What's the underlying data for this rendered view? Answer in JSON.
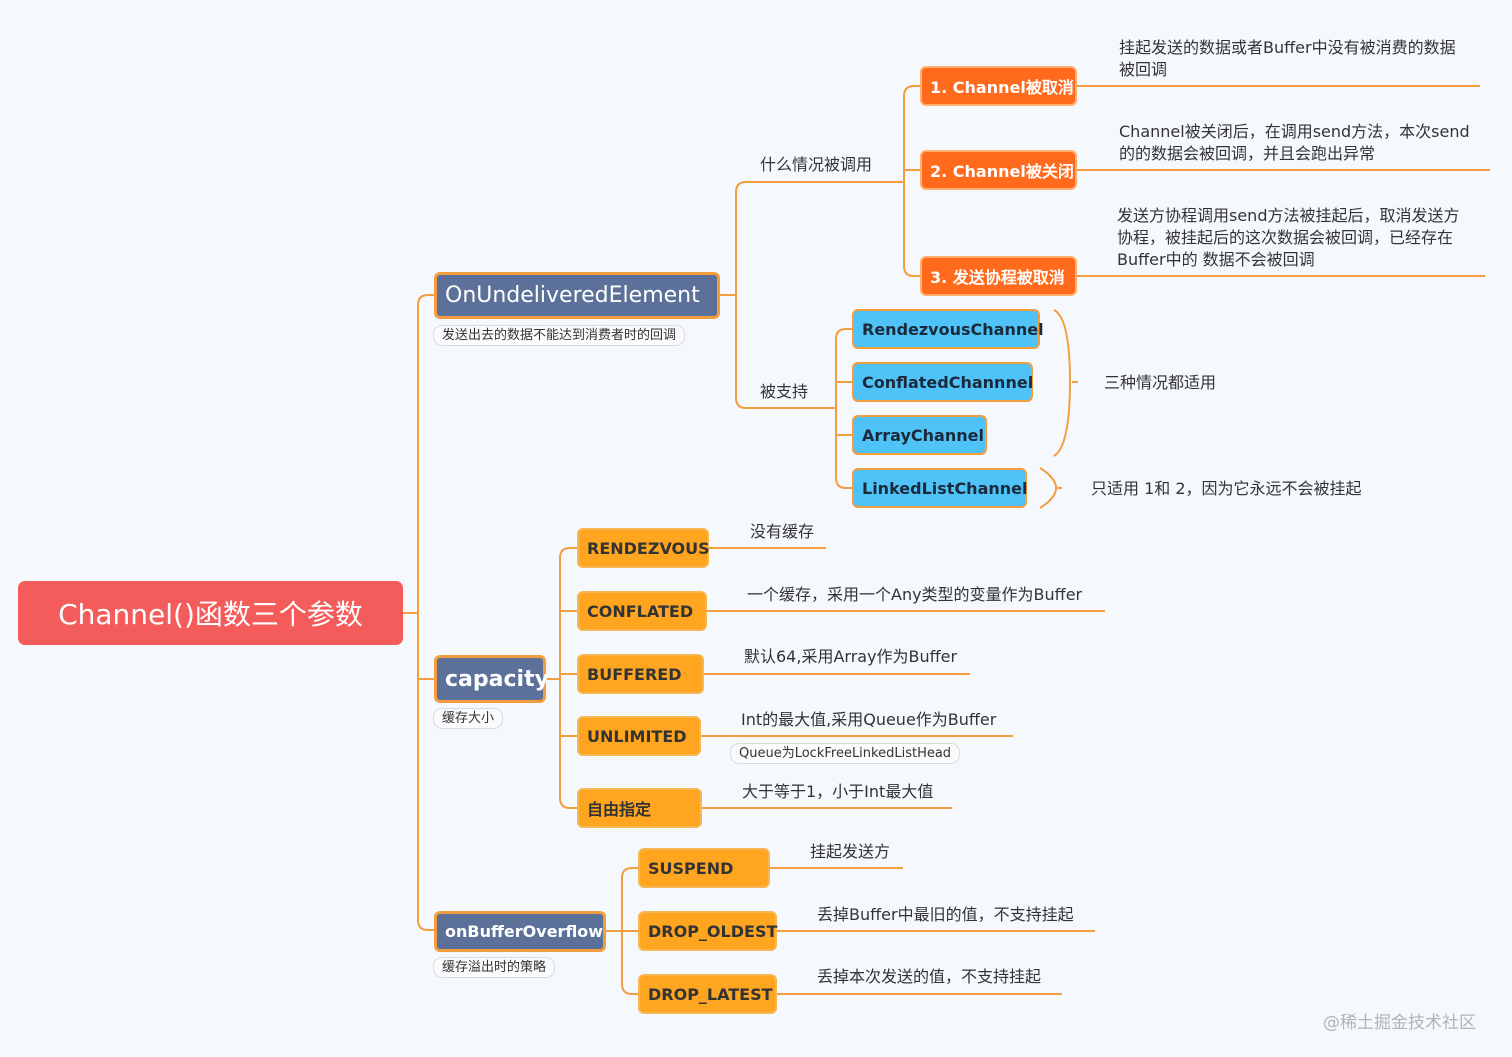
{
  "root": {
    "title": "Channel()函数三个参数"
  },
  "on_undelivered": {
    "title": "OnUndeliveredElement",
    "note": "发送出去的数据不能达到消费者时的回调",
    "when_label": "什么情况被调用",
    "cases": [
      {
        "label": "1. Channel被取消",
        "desc": [
          "挂起发送的数据或者Buffer中没有被消费的数据",
          "被回调"
        ]
      },
      {
        "label": "2. Channel被关闭",
        "desc": [
          "Channel被关闭后，在调用send方法，本次send",
          "的的数据会被回调，并且会跑出异常"
        ]
      },
      {
        "label": "3. 发送协程被取消",
        "desc": [
          "发送方协程调用send方法被挂起后，取消发送方",
          "协程，被挂起后的这次数据会被回调，已经存在",
          "Buffer中的 数据不会被回调"
        ]
      }
    ],
    "supported_label": "被支持",
    "channels": [
      "RendezvousChannel",
      "ConflatedChannnel",
      "ArrayChannel",
      "LinkedListChannel"
    ],
    "group_note_1": "三种情况都适用",
    "group_note_2": "只适用 1和 2，因为它永远不会被挂起"
  },
  "capacity": {
    "title": "capacity",
    "note": "缓存大小",
    "options": [
      {
        "label": "RENDEZVOUS",
        "desc": "没有缓存"
      },
      {
        "label": "CONFLATED",
        "desc": "一个缓存，采用一个Any类型的变量作为Buffer"
      },
      {
        "label": "BUFFERED",
        "desc": "默认64,采用Array作为Buffer"
      },
      {
        "label": "UNLIMITED",
        "desc": "Int的最大值,采用Queue作为Buffer",
        "note": "Queue为LockFreeLinkedListHead"
      },
      {
        "label": "自由指定",
        "desc": "大于等于1，小于Int最大值"
      }
    ]
  },
  "on_buffer_overflow": {
    "title": "onBufferOverflow",
    "note": "缓存溢出时的策略",
    "options": [
      {
        "label": "SUSPEND",
        "desc": "挂起发送方"
      },
      {
        "label": "DROP_OLDEST",
        "desc": "丢掉Buffer中最旧的值，不支持挂起"
      },
      {
        "label": "DROP_LATEST",
        "desc": "丢掉本次发送的值，不支持挂起"
      }
    ]
  },
  "watermark": "@稀土掘金技术社区",
  "colors": {
    "wire": "#f49d3f",
    "root": "#f45b5b",
    "main": "#5c7199",
    "option": "#ffa51f",
    "case": "#ff6a1c",
    "channel": "#4fc3f7"
  }
}
